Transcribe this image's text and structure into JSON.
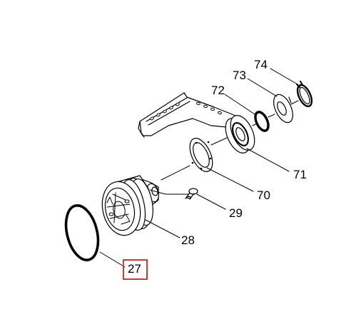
{
  "diagram": {
    "highlight_color": "#d23a3a",
    "highlighted_part": "27",
    "parts": [
      {
        "number": "74",
        "name": "circlip-ring"
      },
      {
        "number": "73",
        "name": "flat-washer"
      },
      {
        "number": "72",
        "name": "small-o-ring"
      },
      {
        "number": "71",
        "name": "handle-lever"
      },
      {
        "number": "70",
        "name": "flange-gasket"
      },
      {
        "number": "29",
        "name": "screw"
      },
      {
        "number": "28",
        "name": "valve-cartridge-housing"
      },
      {
        "number": "27",
        "name": "large-o-ring"
      }
    ]
  }
}
